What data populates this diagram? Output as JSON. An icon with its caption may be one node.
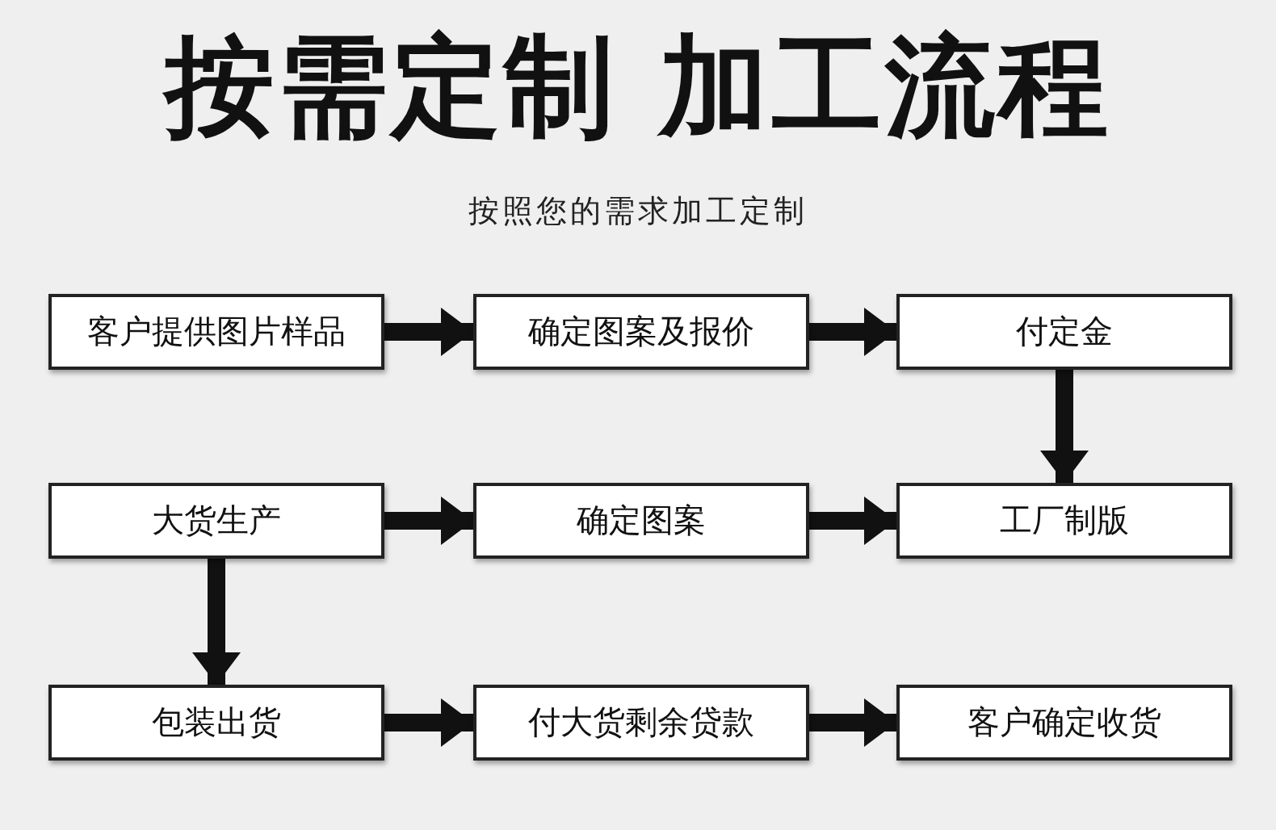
{
  "diagram": {
    "title": "按需定制 加工流程",
    "nodes": [
      {
        "text": [
          "客户提供图片样品"
        ]
      },
      {
        "text": [
          "确定图案及报价"
        ]
      },
      {
        "text": [
          "付定金"
        ]
      },
      {
        "text": [
          "大货生产"
        ]
      },
      {
        "text": [
          "确定图案"
        ]
      },
      {
        "text": [
          "工厂制版"
        ]
      },
      {
        "text": [
          "包装出货"
        ]
      },
      {
        "text": [
          "付大货剩余贷款"
        ]
      },
      {
        "text": [
          "客户确定收货"
        ]
      }
    ],
    "edges": [
      {
        "from": 0,
        "to": 1,
        "arrow": "to"
      },
      {
        "from": 1,
        "to": 2,
        "arrow": "to"
      },
      {
        "from": 2,
        "to": 5,
        "arrow": "to"
      },
      {
        "from": 3,
        "to": 4,
        "arrow": "to"
      },
      {
        "from": 4,
        "to": 5,
        "arrow": "to"
      },
      {
        "from": 3,
        "to": 6,
        "arrow": "to"
      },
      {
        "from": 6,
        "to": 7,
        "arrow": "to"
      },
      {
        "from": 7,
        "to": 8,
        "arrow": "to"
      }
    ],
    "labels": [
      "按照您的需求加工定制"
    ]
  }
}
